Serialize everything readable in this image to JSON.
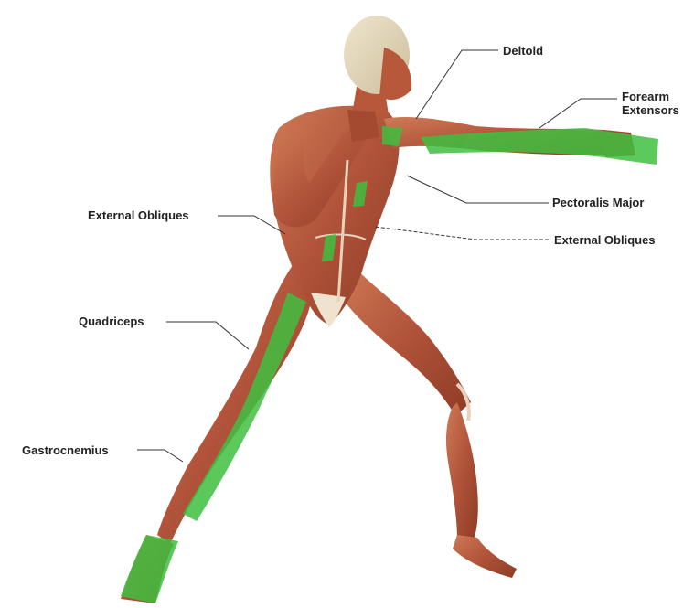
{
  "labels": {
    "deltoid": "Deltoid",
    "forearm_line1": "Forearm",
    "forearm_line2": "Extensors",
    "pectoralis": "Pectoralis Major",
    "obliques_left": "External Obliques",
    "obliques_right": "External Obliques",
    "quadriceps": "Quadriceps",
    "gastrocnemius": "Gastrocnemius"
  },
  "colors": {
    "muscle": "#b8583a",
    "muscle_dark": "#8a3a22",
    "tendon": "#e8d2bc",
    "highlight": "#3fbf3f",
    "leader": "#333333",
    "text": "#222222",
    "background": "#ffffff"
  }
}
